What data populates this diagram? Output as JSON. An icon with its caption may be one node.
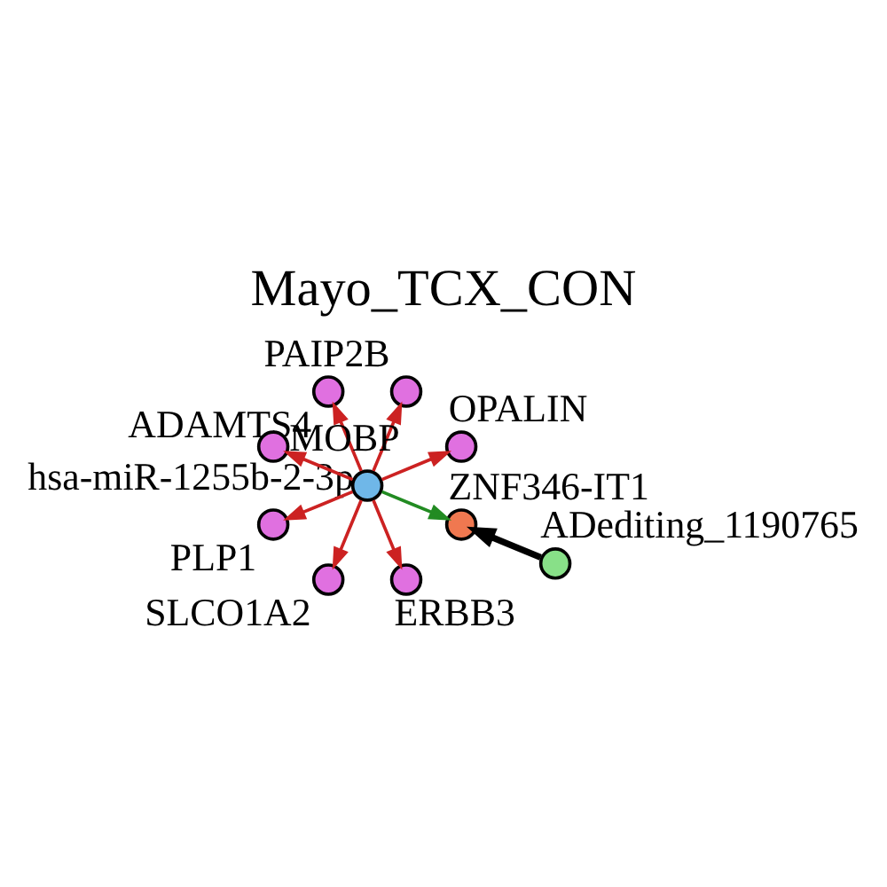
{
  "diagram": {
    "title": "Mayo_TCX_CON",
    "nodes": [
      {
        "text": [
          "hsa-miR-1255b-2-3p"
        ]
      },
      {
        "text": [
          "OPALIN"
        ]
      },
      {
        "text": [
          "PAIP2B"
        ]
      },
      {
        "text": [
          "ADAMTS4"
        ]
      },
      {
        "text": [
          "MOBP"
        ]
      },
      {
        "text": [
          "PLP1"
        ]
      },
      {
        "text": [
          "SLCO1A2"
        ]
      },
      {
        "text": [
          "ERBB3"
        ]
      },
      {
        "text": [
          "ZNF346-IT1"
        ]
      },
      {
        "text": [
          "ADediting_1190765"
        ]
      }
    ],
    "edges": [
      {
        "from": 0,
        "to": 1,
        "arrow": "to"
      },
      {
        "from": 0,
        "to": 2,
        "arrow": "to"
      },
      {
        "from": 0,
        "to": 3,
        "arrow": "to"
      },
      {
        "from": 0,
        "to": 4,
        "arrow": "to"
      },
      {
        "from": 0,
        "to": 5,
        "arrow": "to"
      },
      {
        "from": 0,
        "to": 6,
        "arrow": "to"
      },
      {
        "from": 0,
        "to": 7,
        "arrow": "to"
      },
      {
        "from": 0,
        "to": 8,
        "arrow": "to",
        "color": "#228b22"
      },
      {
        "from": 9,
        "to": 8,
        "arrow": "to",
        "style": "thick",
        "color": "#000000"
      }
    ]
  }
}
